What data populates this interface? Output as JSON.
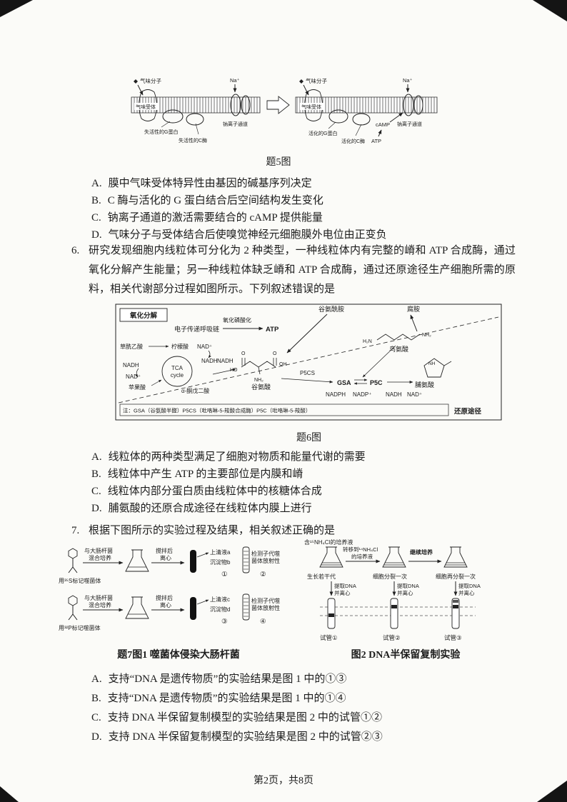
{
  "page": {
    "footer": "第2页，共8页"
  },
  "q5": {
    "figure": {
      "caption": "题5图",
      "labels": {
        "odor_molecule_left": "气味分子",
        "odor_receptor_left": "气味受体",
        "na_left": "Na⁺",
        "na_channel_left": "钠离子通道",
        "inactive_g_protein": "失活性的G蛋白",
        "inactive_c_enzyme": "失活性的C酶",
        "odor_molecule_right": "气味分子",
        "odor_receptor_right": "气味受体",
        "na_right": "Na⁺",
        "na_channel_right": "钠离子通道",
        "active_g_protein": "活化的G蛋白",
        "active_c_enzyme": "活化的C酶",
        "camp": "cAMP",
        "atp": "ATP"
      }
    },
    "options": [
      {
        "key": "A.",
        "text": "膜中气味受体特异性由基因的碱基序列决定"
      },
      {
        "key": "B.",
        "text": "C 酶与活化的 G 蛋白结合后空间结构发生变化"
      },
      {
        "key": "C.",
        "text": "钠离子通道的激活需要结合的 cAMP 提供能量"
      },
      {
        "key": "D.",
        "text": "气味分子与受体结合后使嗅觉神经元细胞膜外电位由正变负"
      }
    ]
  },
  "q6": {
    "number": "6.",
    "stem": "研究发现细胞内线粒体可分化为 2 种类型，一种线粒体内有完整的嵴和 ATP 合成酶，通过氧化分解产生能量；另一种线粒体缺乏嵴和 ATP 合成酶，通过还原途径生产细胞所需的原料，相关代谢部分过程如图所示。下列叙述错误的是",
    "figure": {
      "caption": "题6图",
      "labels": {
        "oxidative_box": "氧化分解",
        "etc": "电子传递呼吸链",
        "oxphos": "氧化磷酸化",
        "atp": "ATP",
        "glutamine": "谷氨酰胺",
        "putrescine": "腐胺",
        "oxaloacetate": "草酰乙酸",
        "citrate": "柠檬酸",
        "nad_1": "NAD⁺",
        "nadh_1": "NADH",
        "tca_1": "TCA",
        "tca_2": "cycle",
        "nadh_2": "NADH",
        "nad_2": "NAD⁺",
        "malate": "苹果酸",
        "akg": "α-酮戊二酸",
        "nadh_3": "NADH",
        "ho_1": "HO",
        "o_1": "O",
        "o_2": "O",
        "oh_1": "OH",
        "nh2_1": "NH₂",
        "glutamate": "谷氨酸",
        "h2n": "H₂N",
        "nh2_2": "NH₂",
        "ornithine": "鸟氨酸",
        "p5cs": "P5CS",
        "gsa": "GSA",
        "p5c": "P5C",
        "nadph": "NADPH",
        "nadp": "NADP⁺",
        "nadh_4": "NADH",
        "nad_3": "NAD⁺",
        "proline": "脯氨酸",
        "nh_ring": "NH",
        "note": "注：GSA（谷氨酸半醛）P5CS（吡咯啉-5-羧酸合成酶）P5C（吡咯啉-5-羧酸）",
        "reduction": "还原途径"
      }
    },
    "options": [
      {
        "key": "A.",
        "text": "线粒体的两种类型满足了细胞对物质和能量代谢的需要"
      },
      {
        "key": "B.",
        "text": "线粒体中产生 ATP 的主要部位是内膜和嵴"
      },
      {
        "key": "C.",
        "text": "线粒体内部分蛋白质由线粒体中的核糖体合成"
      },
      {
        "key": "D.",
        "text": "脯氨酸的还原合成途径在线粒体内膜上进行"
      }
    ]
  },
  "q7": {
    "number": "7.",
    "stem": "根据下图所示的实验过程及结果，相关叙述正确的是",
    "fig1": {
      "caption": "题7图1 噬菌体侵染大肠杆菌",
      "labels": {
        "mix1_l1": "与大肠杆菌",
        "mix1_l2": "混合培养",
        "stir1_l1": "搅拌后",
        "stir1_l2": "离心",
        "sup_a": "上清液a",
        "sed_b": "沉淀物b",
        "circle1": "①",
        "detect1_l1": "检测子代噬",
        "detect1_l2": "菌体放射性",
        "circle2": "②",
        "s35": "用³⁵S标记噬菌体",
        "mix2_l1": "与大肠杆菌",
        "mix2_l2": "混合培养",
        "stir2_l1": "搅拌后",
        "stir2_l2": "离心",
        "sup_c": "上清液c",
        "sed_d": "沉淀物d",
        "circle3": "③",
        "detect2_l1": "检测子代噬",
        "detect2_l2": "菌体放射性",
        "circle4": "④",
        "p32": "用³²P标记噬菌体"
      }
    },
    "fig2": {
      "caption": "图2 DNA半保留复制实验",
      "labels": {
        "medium15": "含¹⁵NH₄Cl的培养液",
        "transfer_l1": "转移到¹⁴NH₄Cl",
        "transfer_l2": "的培养液",
        "continue": "继续培养",
        "grow": "生长若干代",
        "divide1": "细胞分裂一次",
        "divide2": "细胞再分裂一次",
        "extract1_l1": "提取DNA",
        "extract1_l2": "并离心",
        "extract2_l1": "提取DNA",
        "extract2_l2": "并离心",
        "extract3_l1": "提取DNA",
        "extract3_l2": "并离心",
        "tube1": "试管①",
        "tube2": "试管②",
        "tube3": "试管③"
      }
    },
    "options": [
      {
        "key": "A.",
        "text": "支持“DNA 是遗传物质”的实验结果是图 1 中的①③"
      },
      {
        "key": "B.",
        "text": "支持“DNA 是遗传物质”的实验结果是图 1 中的①④"
      },
      {
        "key": "C.",
        "text": "支持 DNA 半保留复制模型的实验结果是图 2 中的试管①②"
      },
      {
        "key": "D.",
        "text": "支持 DNA 半保留复制模型的实验结果是图 2 中的试管②③"
      }
    ]
  }
}
